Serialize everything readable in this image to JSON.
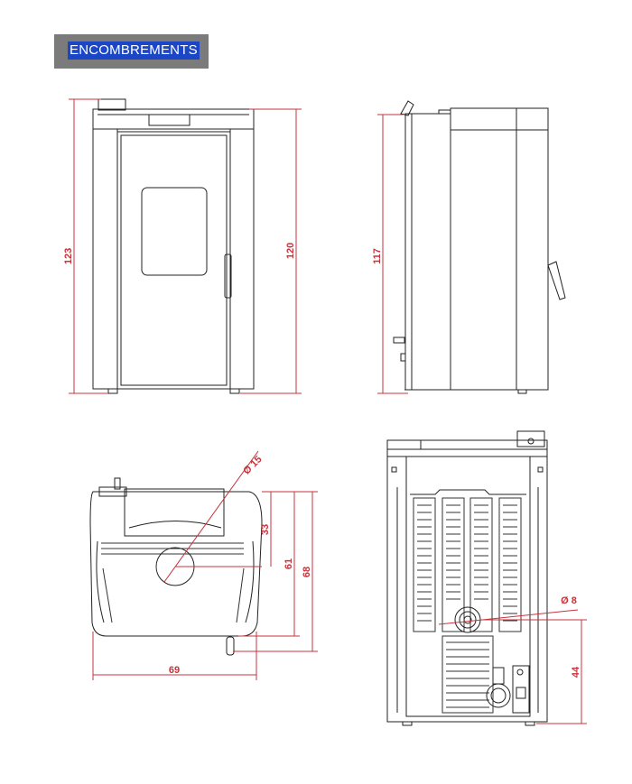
{
  "header": {
    "title": "ENCOMBREMENTS"
  },
  "colors": {
    "dimension": "#c7333b",
    "line": "#222222",
    "banner_bg": "#7b7b7b",
    "title_bg": "#1b47c6"
  },
  "dimensions": {
    "front_height_total": "123",
    "front_height_body": "120",
    "side_height": "117",
    "top_diameter": "Ø 15",
    "top_depth_a": "33",
    "top_depth_b": "61",
    "top_depth_c": "68",
    "top_width": "69",
    "rear_diameter": "Ø 8",
    "rear_height": "44"
  }
}
